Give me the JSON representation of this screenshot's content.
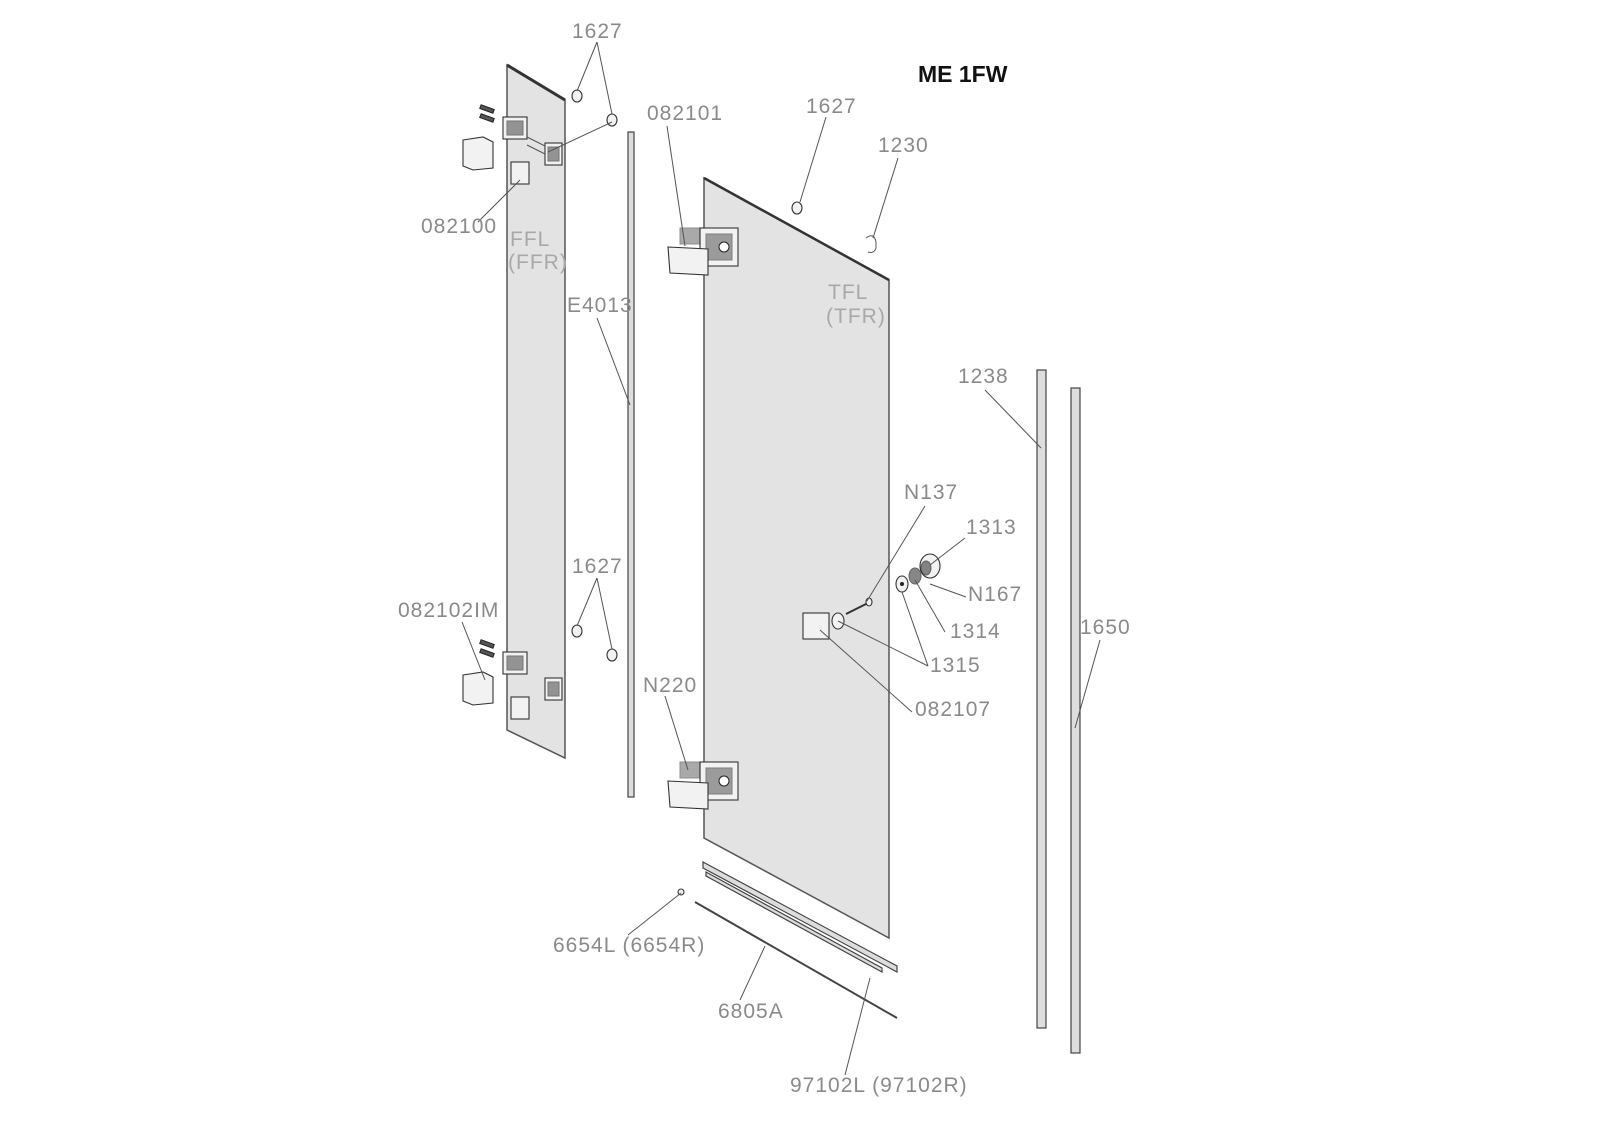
{
  "title": "ME 1FW",
  "panels": {
    "fixed_panel": [
      "FFL",
      "(FFR)"
    ],
    "door_panel": [
      "TFL",
      "(TFR)"
    ]
  },
  "part_labels": {
    "p1627_top": "1627",
    "p1627_door": "1627",
    "p1627_bottom": "1627",
    "p082101": "082101",
    "p1230": "1230",
    "p082100": "082100",
    "pE4013": "E4013",
    "p1238": "1238",
    "pN137": "N137",
    "p1313": "1313",
    "p082102IM": "082102IM",
    "pN167": "N167",
    "p1650": "1650",
    "p1314": "1314",
    "p1315": "1315",
    "pN220": "N220",
    "p082107": "082107",
    "p6654L": "6654L (6654R)",
    "p6805A": "6805A",
    "p97102L": "97102L (97102R)"
  }
}
